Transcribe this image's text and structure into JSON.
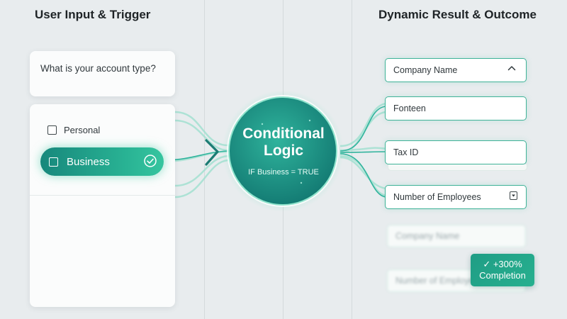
{
  "headings": {
    "left": "User Input & Trigger",
    "right": "Dynamic Result & Outcome"
  },
  "question": "What is your account type?",
  "options": {
    "personal": "Personal",
    "business": "Business"
  },
  "logic": {
    "title_line1": "Conditional",
    "title_line2": "Logic",
    "condition": "IF Business = TRUE"
  },
  "fields": {
    "company_name": "Company Name",
    "fourteen": "Fonteen",
    "tax_id": "Tax ID",
    "employees": "Number of Employees",
    "company_name_faded": "Company Name",
    "employees_faded": "Number of Employe"
  },
  "badge": {
    "line1": "✓ +300%",
    "line2": "Completion"
  },
  "icons": [
    "check-circle-icon",
    "chevron-up-icon",
    "dropdown-icon",
    "arrow-chevron-icon"
  ],
  "colors": {
    "accent": "#29b394",
    "accent_dark": "#17887c",
    "background": "#e8ecee"
  }
}
